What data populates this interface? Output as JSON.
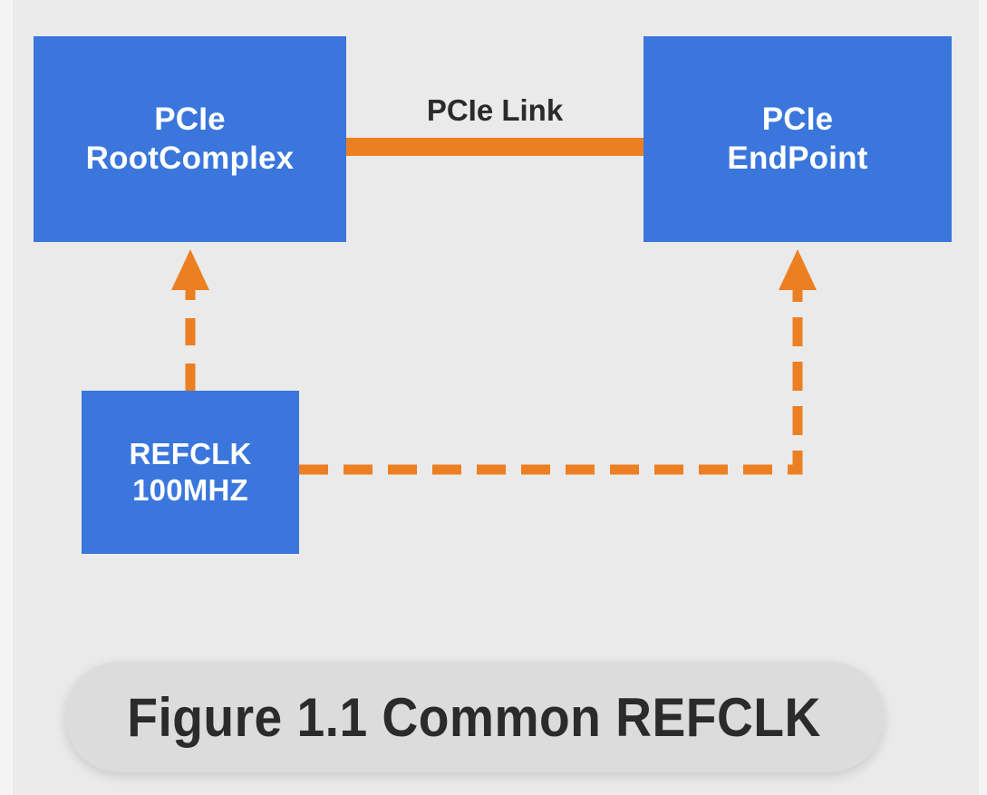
{
  "figure": {
    "caption": "Figure 1.1 Common REFCLK",
    "background_color": "#eaeaea",
    "page_color": "#f4f4f4"
  },
  "palette": {
    "node_blue": "#3a76dc",
    "signal_orange": "#ec7f22",
    "text_dark": "#2b2b2b",
    "text_light": "#ffffff",
    "caption_pill": "#dcdcdc"
  },
  "nodes": [
    {
      "id": "root-complex",
      "line1": "PCIe",
      "line2": "RootComplex",
      "color": "#3a76dc"
    },
    {
      "id": "endpoint",
      "line1": "PCIe",
      "line2": "EndPoint",
      "color": "#3a76dc"
    },
    {
      "id": "refclk",
      "line1": "REFCLK",
      "line2": "100MHZ",
      "color": "#3a76dc"
    }
  ],
  "connections": [
    {
      "id": "pcie-link",
      "label": "PCIe Link",
      "style": "solid",
      "color": "#ec7f22",
      "from": "root-complex",
      "to": "endpoint"
    },
    {
      "id": "refclk-to-rootcomplex",
      "label": "",
      "style": "dashed",
      "color": "#ec7f22",
      "from": "refclk",
      "to": "root-complex",
      "arrow": true
    },
    {
      "id": "refclk-to-endpoint",
      "label": "",
      "style": "dashed",
      "color": "#ec7f22",
      "from": "refclk",
      "to": "endpoint",
      "arrow": true
    }
  ]
}
